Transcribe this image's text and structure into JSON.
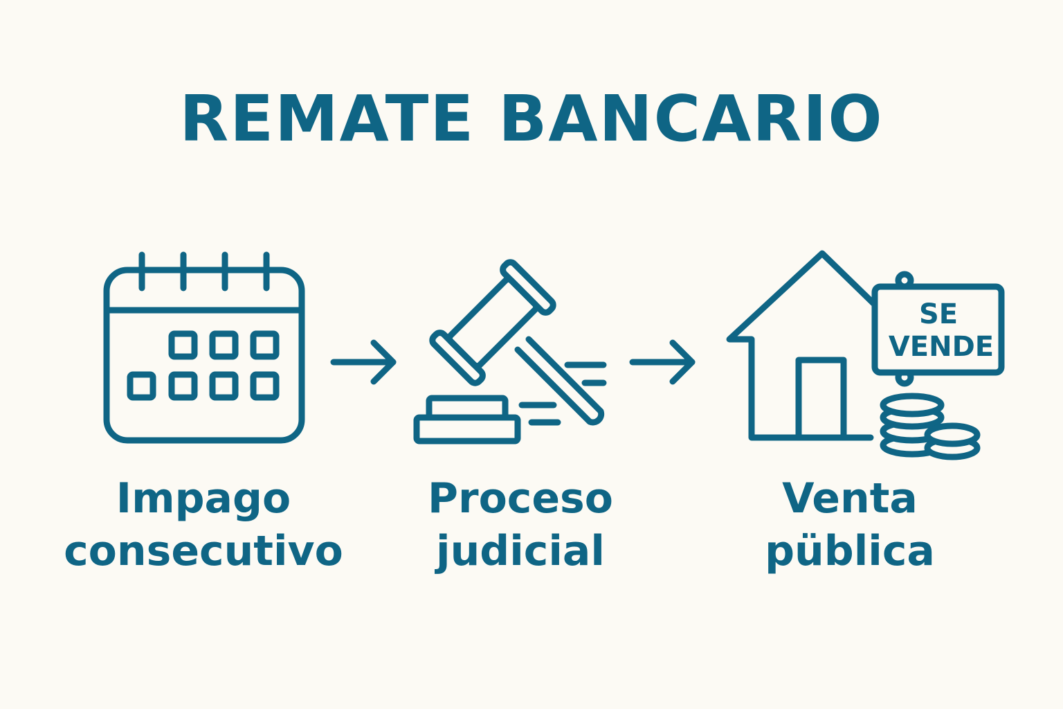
{
  "title": "REMATE BANCARIO",
  "steps": [
    {
      "icon": "calendar-icon",
      "line1": "Impago",
      "line2": "consecutivo"
    },
    {
      "icon": "gavel-icon",
      "line1": "Proceso",
      "line2": "judicial"
    },
    {
      "icon": "house-for-sale-icon",
      "line1": "Venta",
      "line2": "püblica"
    }
  ],
  "sign": {
    "line1": "SE",
    "line2": "VENDE"
  },
  "colors": {
    "primary": "#0f6585",
    "background": "#fcfaf4"
  }
}
